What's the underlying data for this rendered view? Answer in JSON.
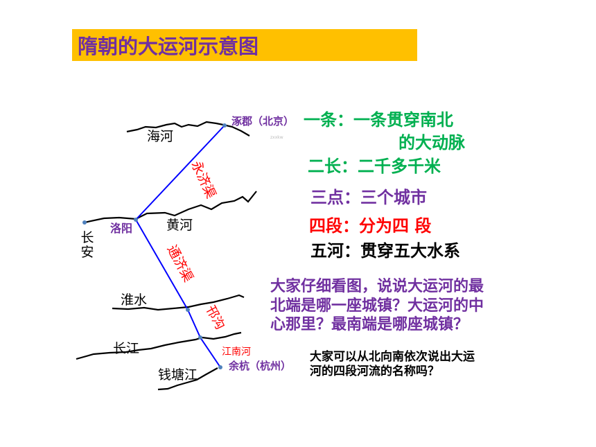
{
  "title": "隋朝的大运河示意图",
  "colors": {
    "title_bg": "#ffc000",
    "title_text": "#7030a0",
    "canal": "#0000ff",
    "canal_label": "#ff0000",
    "city": "#7030a0",
    "green": "#00b050",
    "purple": "#7030a0",
    "red": "#ff0000",
    "black": "#000000"
  },
  "map": {
    "rivers": [
      "海河",
      "黄河",
      "淮水",
      "长江",
      "钱塘江"
    ],
    "cities": {
      "zhuojun": "涿郡（北京）",
      "luoyang": "洛阳",
      "changan": "长安",
      "yuhang": "余杭（杭州）"
    },
    "canals": {
      "yongji": "永济渠",
      "tongji": "通济渠",
      "hangou": "邗沟",
      "jiangnan": "江南河"
    },
    "watermark": "zxxkw"
  },
  "points": {
    "p1_a": "一条：一条贯穿南北",
    "p1_b": "的大动脉",
    "p2": "二长：二千多千米",
    "p3": "三点：三个城市",
    "p4": "四段：分为四 段",
    "p5": "五河：贯穿五大水系"
  },
  "question1": [
    "大家仔细看图，说说大运河的最",
    "北端是哪一座城镇？大运河的中",
    "心那里？最南端是哪座城镇？"
  ],
  "question2": [
    "大家可以从北向南依次说出大运",
    "河的四段河流的名称吗？"
  ]
}
